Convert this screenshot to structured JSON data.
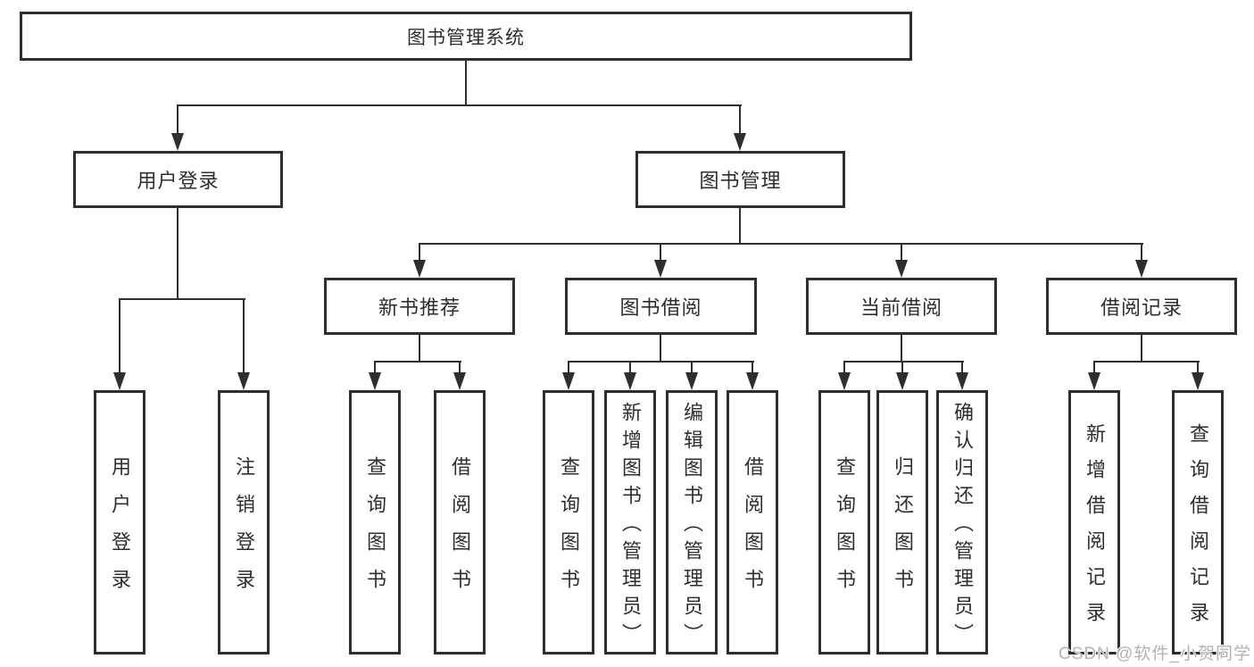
{
  "nodes": {
    "root": "图书管理系统",
    "level2": [
      {
        "label": "用户登录"
      },
      {
        "label": "图书管理"
      }
    ],
    "level3": [
      {
        "label": "新书推荐"
      },
      {
        "label": "图书借阅"
      },
      {
        "label": "当前借阅"
      },
      {
        "label": "借阅记录"
      }
    ],
    "leaves": [
      {
        "label": "用户登录"
      },
      {
        "label": "注销登录"
      },
      {
        "label": "查询图书"
      },
      {
        "label": "借阅图书"
      },
      {
        "label": "查询图书"
      },
      {
        "label": "新增图书（管理员）"
      },
      {
        "label": "编辑图书（管理员）"
      },
      {
        "label": "借阅图书"
      },
      {
        "label": "查询图书"
      },
      {
        "label": "归还图书"
      },
      {
        "label": "确认归还（管理员）"
      },
      {
        "label": "新增借阅记录"
      },
      {
        "label": "查询借阅记录"
      }
    ]
  },
  "watermark": "CSDN @软件_小贺同学",
  "colors": {
    "line": "#2e2e2e",
    "text": "#2e2e2e",
    "watermark": "#b3b3b3",
    "background": "#ffffff"
  }
}
